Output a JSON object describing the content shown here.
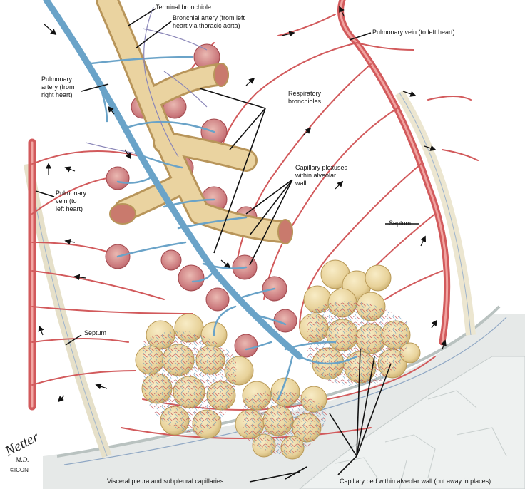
{
  "labels": {
    "terminal_bronchiole": "Terminal bronchiole",
    "bronchial_artery_line1": "Bronchial artery (from left",
    "bronchial_artery_line2": "heart via thoracic aorta)",
    "pulmonary_vein_top": "Pulmonary vein (to left heart)",
    "pulmonary_artery_line1": "Pulmonary",
    "pulmonary_artery_line2": "artery (from",
    "pulmonary_artery_line3": "right heart)",
    "respiratory_bronchioles_line1": "Respiratory",
    "respiratory_bronchioles_line2": "bronchioles",
    "capillary_plexuses_line1": "Capillary plexuses",
    "capillary_plexuses_line2": "within alveolar",
    "capillary_plexuses_line3": "wall",
    "pulmonary_vein_left_line1": "Pulmonary",
    "pulmonary_vein_left_line2": "vein (to",
    "pulmonary_vein_left_line3": "left heart)",
    "septum_right": "Septum",
    "septum_left": "Septum",
    "visceral_pleura": "Visceral pleura and subpleural capillaries",
    "capillary_bed": "Capillary bed within alveolar wall (cut away in places)"
  },
  "signature": {
    "name": "Netter",
    "suffix": "M.D.",
    "mark": "©ICON"
  },
  "colors": {
    "artery_blue": "#6fa6c9",
    "vein_red": "#d9575a",
    "bronchiole_tan": "#e9d3a2",
    "alveoli_yellow": "#efdca8",
    "pleura_gray": "#dfe3e3"
  }
}
